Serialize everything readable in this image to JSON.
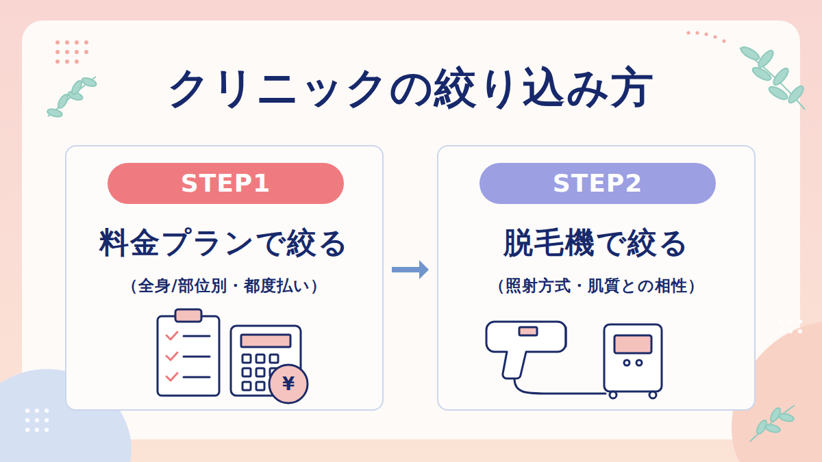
{
  "diagram": {
    "title": "クリニックの絞り込み方",
    "nodes": [
      {
        "text": [
          "料金プランで絞る",
          "（全身/部位別・都度払い）"
        ]
      },
      {
        "text": [
          "STEP1"
        ],
        "in": 0
      },
      {
        "text": [
          "脱毛機で絞る",
          "（照射方式・肌質との相性）"
        ]
      },
      {
        "text": [
          "STEP2"
        ],
        "in": 2
      }
    ],
    "edges": [
      {
        "from": 0,
        "to": 2,
        "arrow": "to"
      }
    ],
    "labels": [
      "¥"
    ]
  }
}
